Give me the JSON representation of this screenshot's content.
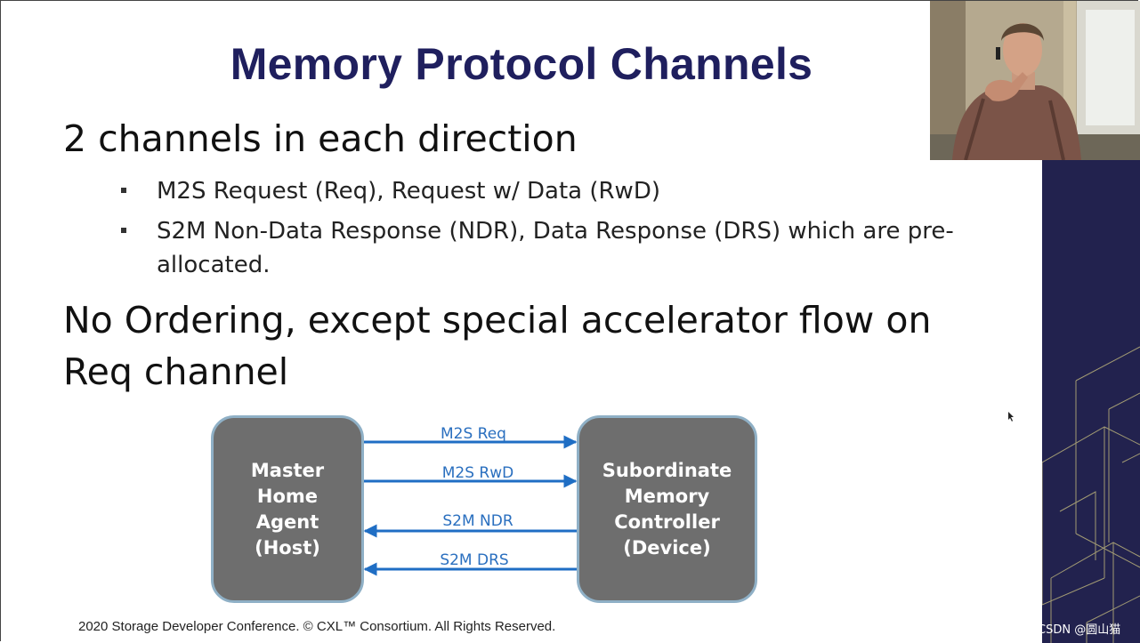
{
  "slide": {
    "title": "Memory Protocol Channels",
    "heading1": "2 channels in each direction",
    "bullets": [
      {
        "text": "M2S Request (Req), Request w/ Data (RwD)"
      },
      {
        "text": "S2M Non-Data Response (NDR), Data Response (DRS) which are pre-allocated."
      }
    ],
    "heading2_line1": "No Ordering, except special accelerator flow on",
    "heading2_line2": "Req channel",
    "diagram": {
      "left_box": [
        "Master",
        "Home",
        "Agent",
        "(Host)"
      ],
      "right_box": [
        "Subordinate",
        "Memory",
        "Controller",
        "(Device)"
      ],
      "arrows": [
        "M2S Req",
        "M2S RwD",
        "S2M NDR",
        "S2M DRS"
      ]
    },
    "footer": "2020 Storage Developer Conference. © CXL™ Consortium.  All Rights Reserved."
  },
  "overlay": {
    "watermark": "CSDN @圆山猫"
  },
  "colors": {
    "title": "#1f1f5e",
    "sidebar": "#22224e",
    "box_fill": "#6e6e6e",
    "box_border": "#8fb0c6",
    "arrow": "#2a6fbf"
  }
}
